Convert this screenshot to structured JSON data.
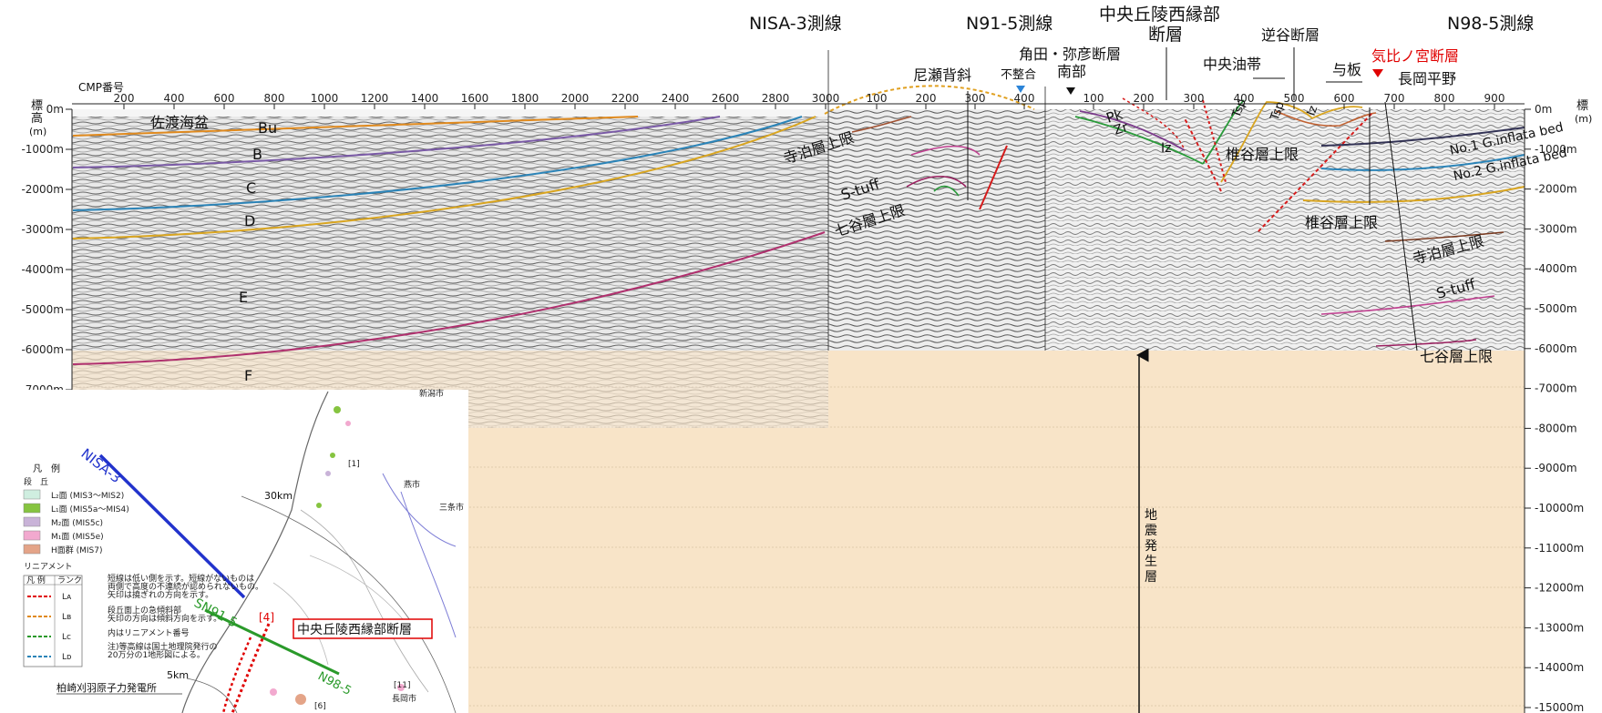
{
  "line_headers": {
    "nisa3": "NISA-3測線",
    "n91_5": "N91-5測線",
    "chuo_nishi_a": "中央丘陵西縁部",
    "chuo_nishi_b": "断層",
    "n98_5": "N98-5測線",
    "gyakudani": "逆谷断層",
    "kakuda_a": "角田・弥彦断層",
    "kakuda_b": "南部",
    "kehinomiya": "気比ノ宮断層",
    "amaze": "尼瀬背斜",
    "fuseigou": "不整合",
    "chuo_yuden": "中央油帯",
    "yoita": "与板",
    "nagaoka": "長岡平野"
  },
  "cmp_label": "CMP番号",
  "left_axis_label": [
    "標",
    "高",
    "(m)"
  ],
  "right_axis_label": "標",
  "right_axis_unit": "(m)",
  "cmp_ticks_a": [
    "200",
    "400",
    "600",
    "800",
    "1000",
    "1200",
    "1400",
    "1600",
    "1800",
    "2000",
    "2200",
    "2400",
    "2600",
    "2800",
    "3000"
  ],
  "cmp_ticks_b": [
    "100",
    "200",
    "300",
    "400"
  ],
  "cmp_ticks_c": [
    "100",
    "200",
    "300",
    "400",
    "500",
    "600",
    "700",
    "800",
    "900"
  ],
  "left_depth_ticks": [
    "0m",
    "-1000m",
    "-2000m",
    "-3000m",
    "-4000m",
    "-5000m",
    "-6000m",
    "-7000m"
  ],
  "right_depth_ticks": [
    "0m",
    "-1000m",
    "-2000m",
    "-3000m",
    "-4000m",
    "-5000m",
    "-6000m",
    "-7000m",
    "-8000m",
    "-9000m",
    "-10000m",
    "-11000m",
    "-12000m",
    "-13000m",
    "-14000m",
    "-15000m"
  ],
  "left_labels": {
    "sado": "佐渡海盆",
    "bu": "Bu",
    "b": "B",
    "c": "C",
    "d": "D",
    "e": "E",
    "f": "F"
  },
  "mid_labels": {
    "teradomari": "寺泊層上限",
    "stuff": "S-tuff",
    "nanatani": "七谷層上限",
    "pk": "Pk",
    "zr": "Zr",
    "iz1": "Iz",
    "tsp1": "Tsp",
    "tsp2": "Tsp",
    "iz2": "Iz",
    "shiidani1": "椎谷層上限",
    "shiidani2": "椎谷層上限",
    "teradomari2": "寺泊層上限",
    "stuff2": "S-tuff",
    "nanatani2": "七谷層上限",
    "no1": "No.1 G.inflata bed",
    "no2": "No.2 G.inflata bed",
    "seismo": [
      "地",
      "震",
      "発",
      "生",
      "層"
    ]
  },
  "map": {
    "legend_title": "凡　例",
    "legend_sub": "段　丘",
    "terraces": [
      {
        "label": "L₂面 (MIS3〜MIS2)",
        "color": "#cfeee0"
      },
      {
        "label": "L₁面 (MIS5a〜MIS4)",
        "color": "#86c440"
      },
      {
        "label": "M₂面 (MIS5c)",
        "color": "#c9b3d8"
      },
      {
        "label": "M₁面 (MIS5e)",
        "color": "#f2a9cf"
      },
      {
        "label": "H面群 (MIS7)",
        "color": "#e4a488"
      }
    ],
    "lineament_title": "リニアメント",
    "lineament_hdr": [
      "凡 例",
      "ランク"
    ],
    "lineament_ranks": [
      "Lᴀ",
      "Lʙ",
      "Lᴄ",
      "Lᴅ"
    ],
    "notes": [
      "短線は低い側を示す。短線がないものは",
      "両側で高度の不連続が認められないもの。",
      "矢印は撓ぎれの方向を示す。",
      "段丘面上の急傾斜部",
      "矢印の方向は傾斜方向を示す。",
      "内はリニアメント番号",
      "注)等高線は国土地理院発行の",
      "20万分の1地形図による。"
    ],
    "nisa3": "NISA-3",
    "sn91": "SN91-5",
    "n98": "N98-5",
    "fault_box": "中央丘陵西縁部断層",
    "bracket4": "[4]",
    "bracket1": "[1]",
    "bracket11": "[11]",
    "bracket6": "[6]",
    "km30": "30km",
    "km5": "5km",
    "npp": "柏崎刈羽原子力発電所",
    "place1": "新潟市",
    "place2": "燕市",
    "place3": "三条市",
    "place4": "長岡市"
  }
}
